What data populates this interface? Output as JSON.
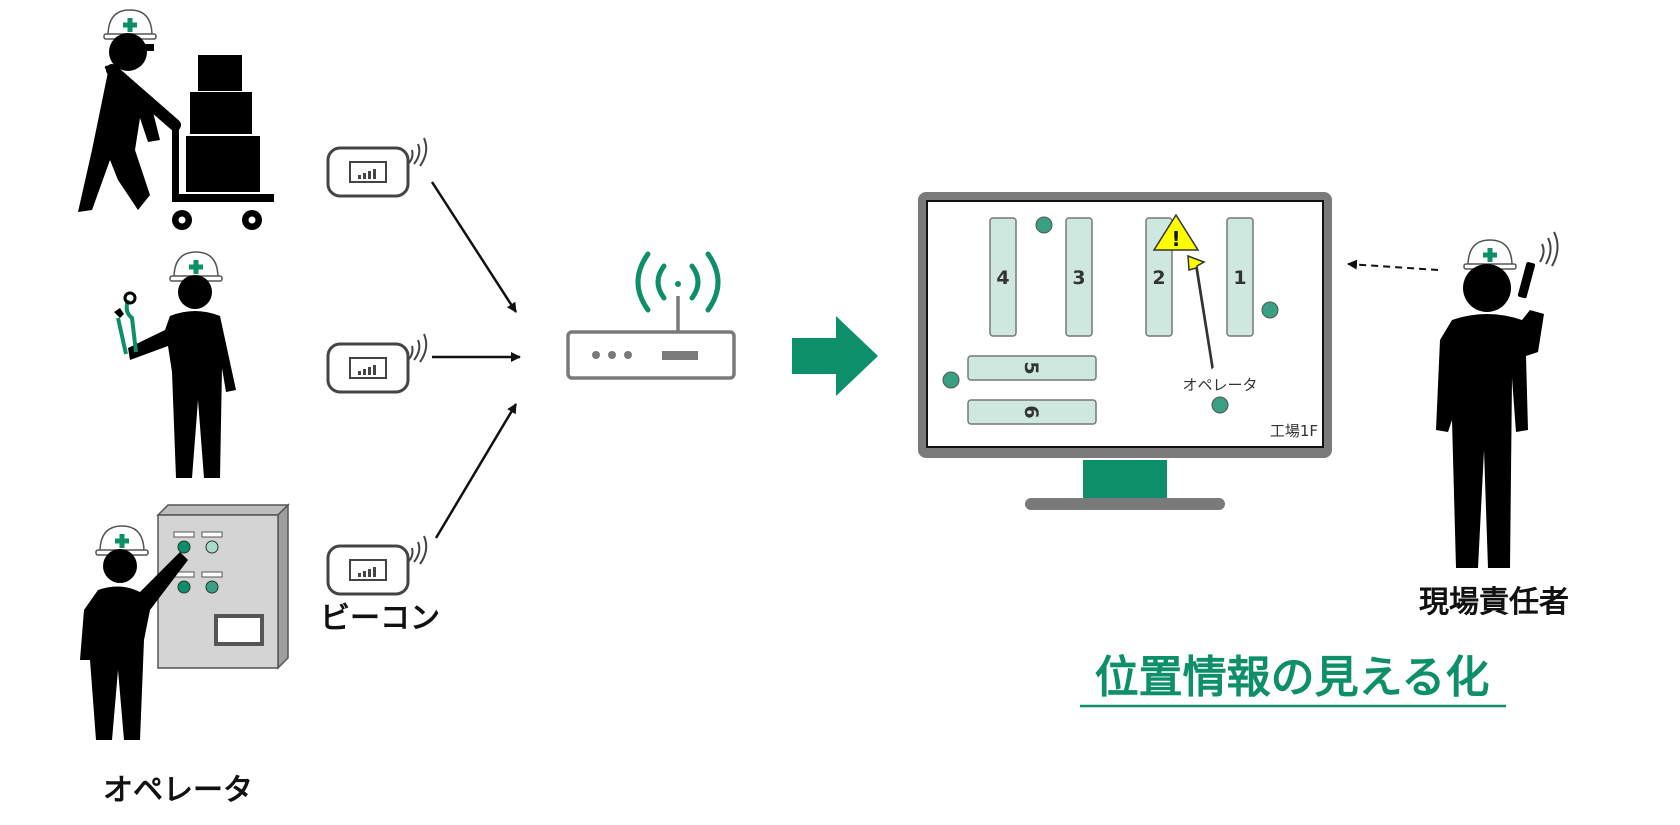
{
  "labels": {
    "beacon": "ビーコン",
    "operator": "オペレータ",
    "manager": "現場責任者",
    "title": "位置情報の見える化"
  },
  "map": {
    "shelves": [
      "4",
      "3",
      "2",
      "1",
      "5",
      "6"
    ],
    "operator_marker": "オペレータ",
    "floor": "工場1F",
    "alert_symbol": "!"
  },
  "colors": {
    "accent": "#0d8f6a",
    "shelf_fill": "#cfe8df",
    "dot": "#3aa083",
    "warning": "#ffff00",
    "frame": "#7a7a7a",
    "panel": "#d4d4d4"
  },
  "icons": [
    "worker-with-cart-icon",
    "worker-with-tools-icon",
    "worker-at-control-panel-icon",
    "beacon-icon",
    "wifi-router-icon",
    "arrow-right-icon",
    "monitor-icon",
    "manager-with-phone-icon",
    "warning-triangle-icon"
  ]
}
